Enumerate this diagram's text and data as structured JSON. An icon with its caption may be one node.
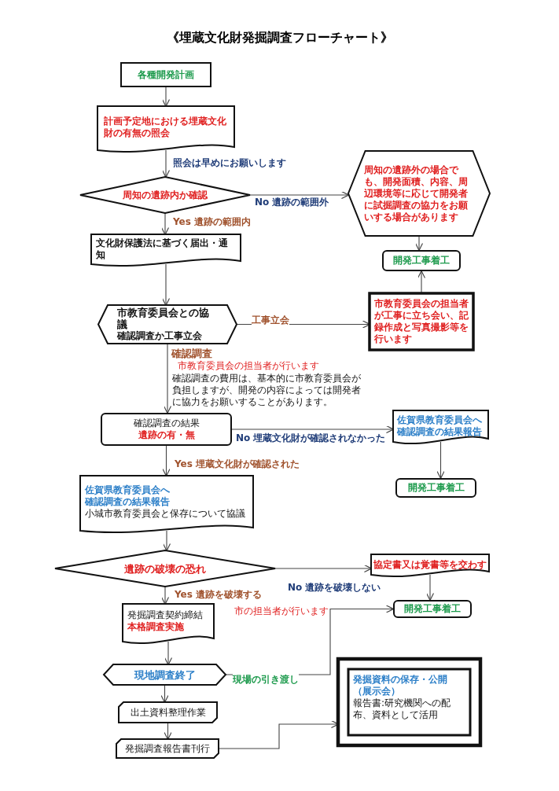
{
  "diagram": {
    "title": "《埋蔵文化財発掘調査フローチャート》",
    "nodes": [
      {
        "text": [
          "各種開発計画"
        ]
      },
      {
        "text": [
          "計画予定地における埋蔵文化財の有無の照会"
        ]
      },
      {
        "text": [
          "周知の遺跡内か確認"
        ]
      },
      {
        "text": [
          "周知の遺跡外の場合でも、開発面積、内容、周辺環境等に応じて開発者に試掘調査の協力をお願いする場合があります"
        ]
      },
      {
        "text": [
          "文化財保護法に基づく届出・通知"
        ]
      },
      {
        "text": [
          "開発工事着工"
        ]
      },
      {
        "text": [
          "市教育委員会との協議",
          "確認調査か工事立会"
        ]
      },
      {
        "text": [
          "市教育委員会の担当者が工事に立ち会い、記録作成と写真撮影等を行います"
        ]
      },
      {
        "text": [
          "確認調査の結果",
          "遺跡の有・無"
        ]
      },
      {
        "text": [
          "佐賀県教育委員会へ確認調査の結果報告"
        ]
      },
      {
        "text": [
          "開発工事着工"
        ]
      },
      {
        "text": [
          "佐賀県教育委員会へ確認調査の結果報告",
          "小城市教育委員会と保存について協議"
        ]
      },
      {
        "text": [
          "遺跡の破壊の恐れ"
        ]
      },
      {
        "text": [
          "協定書又は覚書等を交わす"
        ]
      },
      {
        "text": [
          "開発工事着工"
        ]
      },
      {
        "text": [
          "発掘調査契約締結",
          "本格調査実施"
        ]
      },
      {
        "text": [
          "現地調査終了"
        ]
      },
      {
        "text": [
          "出土資料整理作業"
        ]
      },
      {
        "text": [
          "発掘調査報告書刊行"
        ]
      },
      {
        "text": [],
        "shape": "box"
      },
      {
        "text": [
          "発掘資料の保存・公開（展示会）",
          "報告書:研究機関への配布、資料として活用"
        ],
        "in": 19
      }
    ],
    "edges": [
      {
        "from": 0,
        "to": 1,
        "arrow": "to"
      },
      {
        "from": 1,
        "to": 2,
        "arrow": "to",
        "label": "照会は早めにお願いします"
      },
      {
        "from": 2,
        "to": 3,
        "arrow": "to",
        "label": "No 遺跡の範囲外"
      },
      {
        "from": 2,
        "to": 4,
        "arrow": "to",
        "label": "Yes 遺跡の範囲内"
      },
      {
        "from": 3,
        "to": 5,
        "arrow": "to"
      },
      {
        "from": 4,
        "to": 6,
        "arrow": "to"
      },
      {
        "from": 6,
        "to": 7,
        "arrow": "to",
        "label": "工事立会"
      },
      {
        "from": 7,
        "to": 5,
        "arrow": "to"
      },
      {
        "from": 6,
        "to": 8,
        "arrow": "to",
        "label": "確認調査"
      },
      {
        "from": 8,
        "to": 9,
        "arrow": "to",
        "label": "No 埋蔵文化財が確認されなかった"
      },
      {
        "from": 8,
        "to": 11,
        "arrow": "to",
        "label": "Yes 埋蔵文化財が確認された"
      },
      {
        "from": 9,
        "to": 10,
        "arrow": "to"
      },
      {
        "from": 11,
        "to": 12,
        "arrow": "to"
      },
      {
        "from": 12,
        "to": 13,
        "arrow": "to",
        "label": "No 遺跡を破壊しない"
      },
      {
        "from": 12,
        "to": 15,
        "arrow": "to",
        "label": "Yes 遺跡を破壊する"
      },
      {
        "from": 13,
        "to": 14,
        "arrow": "to"
      },
      {
        "from": 15,
        "to": 16,
        "arrow": "to"
      },
      {
        "from": 16,
        "to": 14,
        "arrow": "to",
        "label": "現場の引き渡し"
      },
      {
        "from": 16,
        "to": 17,
        "arrow": "to"
      },
      {
        "from": 17,
        "to": 18,
        "arrow": "to"
      },
      {
        "from": 18,
        "to": 19,
        "arrow": "to"
      }
    ],
    "labels": [
      "市教育委員会の担当者が行います",
      "確認調査の費用は、基本的に市教育委員会が負担しますが、開発の内容によっては開発者に協力をお願いすることがあります。",
      "市の担当者が行います"
    ]
  }
}
